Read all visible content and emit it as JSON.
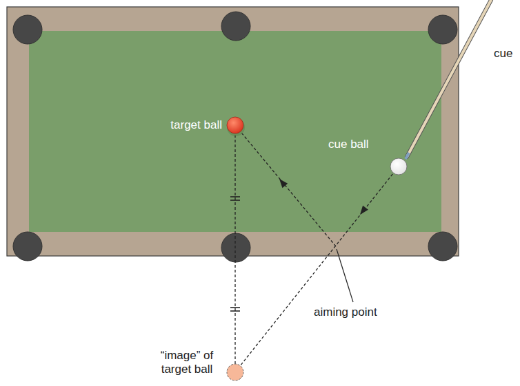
{
  "diagram": {
    "labels": [
      "cue",
      "target ball",
      "cue ball",
      "aiming point",
      "“image” of target ball"
    ]
  }
}
